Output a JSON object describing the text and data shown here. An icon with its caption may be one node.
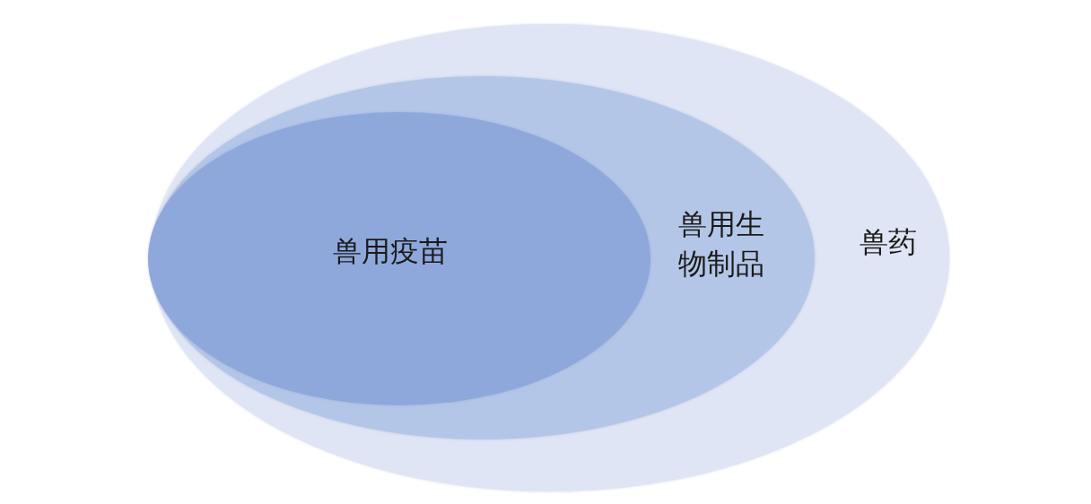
{
  "diagram": {
    "nodes": [
      {
        "text": [
          "兽药"
        ]
      },
      {
        "text": [
          "兽用生物制品"
        ],
        "in": 0
      },
      {
        "text": [
          "兽用疫苗"
        ],
        "in": 1
      }
    ]
  }
}
